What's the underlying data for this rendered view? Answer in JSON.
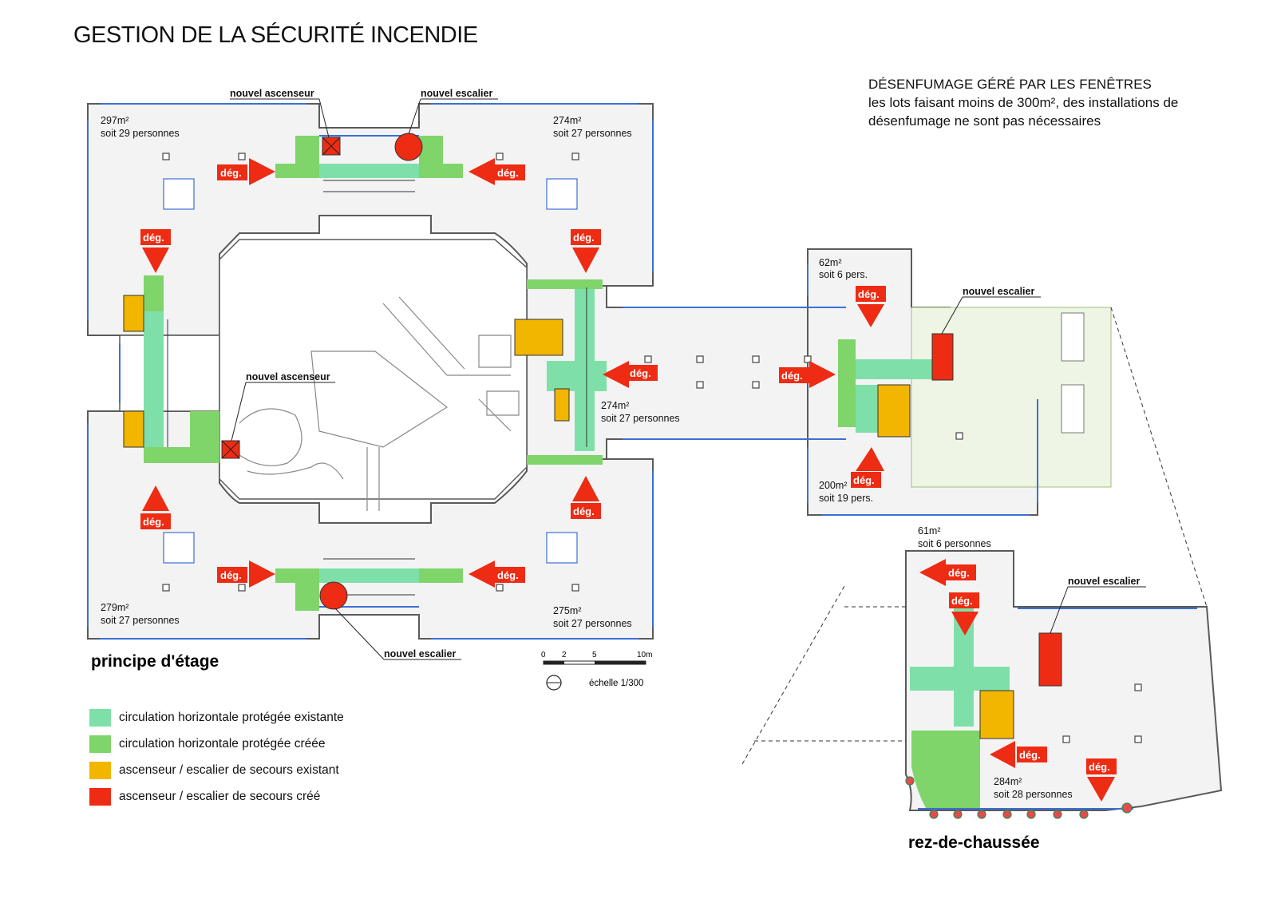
{
  "title": "GESTION DE LA SÉCURITÉ INCENDIE",
  "note": {
    "line1": "DÉSENFUMAGE GÉRÉ PAR LES FENÊTRES",
    "line2": "les lots faisant moins de 300m², des installations de",
    "line3": "désenfumage ne sont pas nécessaires"
  },
  "plan_labels": {
    "principe": "principe d'étage",
    "rdc": "rez-de-chaussée",
    "new_elevator": "nouvel ascenseur",
    "new_stair": "nouvel escalier",
    "deg": "dég.",
    "scale": "échelle 1/300",
    "scale_ticks": [
      "0",
      "2",
      "5",
      "10m"
    ]
  },
  "areas": [
    {
      "area": "297m²",
      "people": "soit 29 personnes"
    },
    {
      "area": "274m²",
      "people": "soit 27 personnes"
    },
    {
      "area": "274m²",
      "people": "soit 27 personnes"
    },
    {
      "area": "279m²",
      "people": "soit 27 personnes"
    },
    {
      "area": "275m²",
      "people": "soit 27 personnes"
    },
    {
      "area": "62m²",
      "people": "soit 6 pers."
    },
    {
      "area": "200m²",
      "people": "soit 19 pers."
    },
    {
      "area": "61m²",
      "people": "soit 6 personnes"
    },
    {
      "area": "284m²",
      "people": "soit 28 personnes"
    }
  ],
  "legend": [
    {
      "label": "circulation horizontale protégée existante",
      "color": "#7ee0a8"
    },
    {
      "label": "circulation horizontale protégée créée",
      "color": "#7fd46a"
    },
    {
      "label": "ascenseur / escalier de secours existant",
      "color": "#f2b500"
    },
    {
      "label": "ascenseur / escalier de secours créé",
      "color": "#ee2b13"
    }
  ],
  "colors": {
    "existing_circ": "#7ee0a8",
    "created_circ": "#7fd46a",
    "existing_stair": "#f2b500",
    "created_stair": "#ee2b13",
    "floor": "#f3f3f3",
    "wall": "#5a5a5a",
    "window": "#3c6fd6",
    "deg_red": "#ee2b13"
  }
}
